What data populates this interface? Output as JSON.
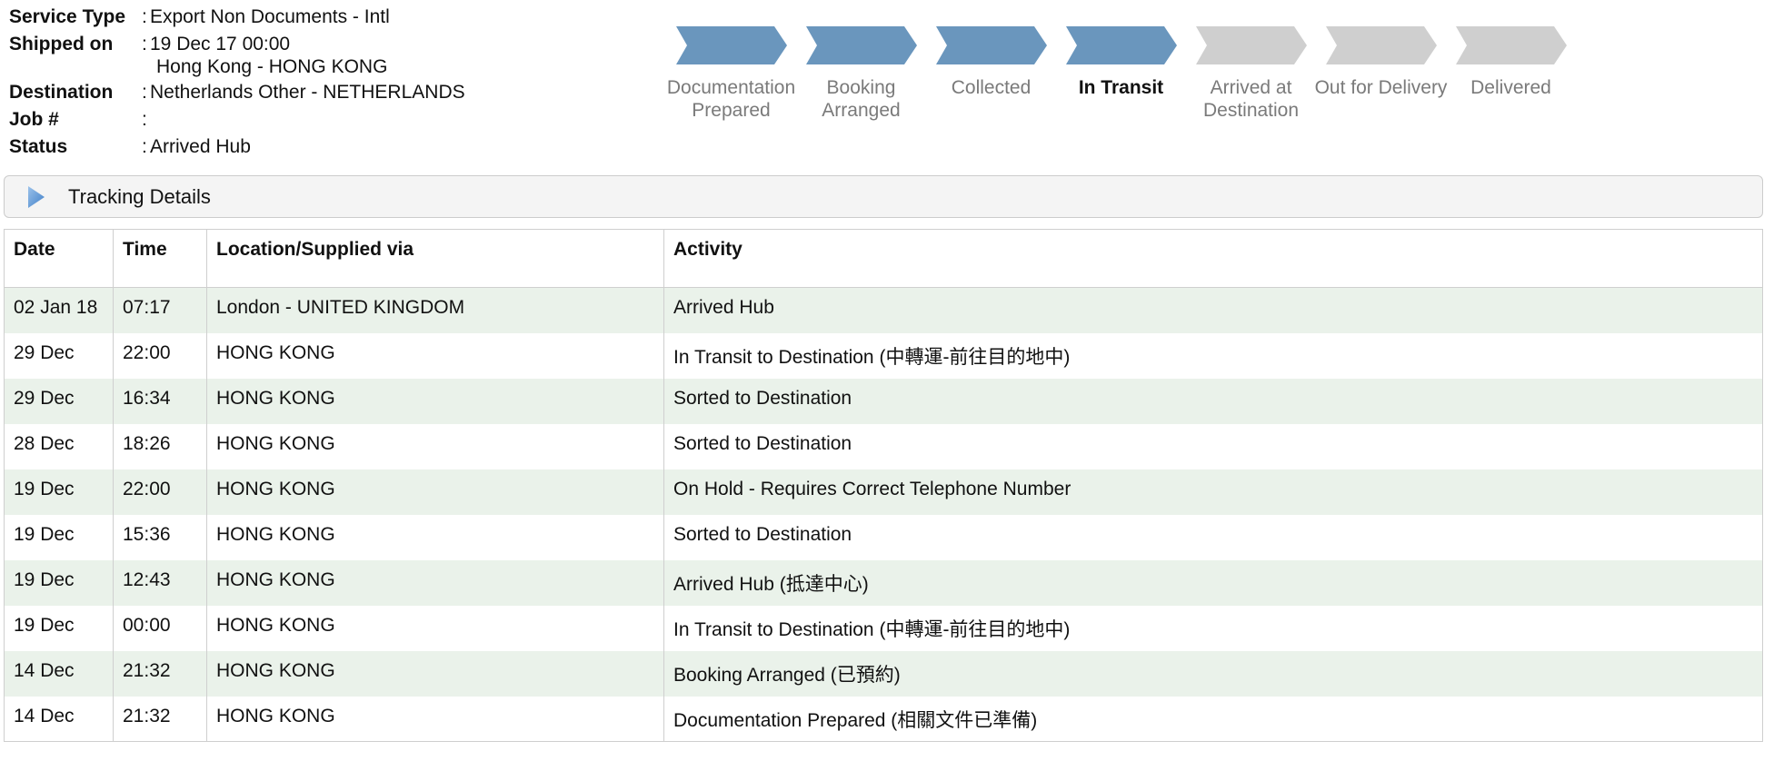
{
  "shipment": {
    "service_type_label": "Service Type",
    "service_type_value": "Export Non Documents - Intl",
    "shipped_on_label": "Shipped on",
    "shipped_on_value": "19 Dec 17 00:00",
    "shipped_from": "Hong Kong - HONG KONG",
    "destination_label": "Destination",
    "destination_value": "Netherlands Other - NETHERLANDS",
    "job_label": "Job #",
    "job_value": "",
    "status_label": "Status",
    "status_value": "Arrived Hub",
    "separator": ":"
  },
  "progress": {
    "steps": [
      {
        "label": "Documentation Prepared",
        "state": "done"
      },
      {
        "label": "Booking Arranged",
        "state": "done"
      },
      {
        "label": "Collected",
        "state": "done"
      },
      {
        "label": "In Transit",
        "state": "current"
      },
      {
        "label": "Arrived at Destination",
        "state": "pending"
      },
      {
        "label": "Out for Delivery",
        "state": "pending"
      },
      {
        "label": "Delivered",
        "state": "pending"
      }
    ],
    "colors": {
      "done": "#6a96bd",
      "pending": "#cfcfcf"
    }
  },
  "tracking": {
    "title": "Tracking Details",
    "icon": "triangle-right-icon",
    "columns": {
      "date": "Date",
      "time": "Time",
      "location": "Location/Supplied via",
      "activity": "Activity"
    },
    "rows": [
      {
        "date": "02 Jan 18",
        "time": "07:17",
        "location": "London - UNITED KINGDOM",
        "activity": "Arrived Hub"
      },
      {
        "date": "29 Dec",
        "time": "22:00",
        "location": "HONG KONG",
        "activity": "In Transit to Destination (中轉運-前往目的地中)"
      },
      {
        "date": "29 Dec",
        "time": "16:34",
        "location": "HONG KONG",
        "activity": "Sorted to Destination"
      },
      {
        "date": "28 Dec",
        "time": "18:26",
        "location": "HONG KONG",
        "activity": "Sorted to Destination"
      },
      {
        "date": "19 Dec",
        "time": "22:00",
        "location": "HONG KONG",
        "activity": "On Hold - Requires Correct Telephone Number"
      },
      {
        "date": "19 Dec",
        "time": "15:36",
        "location": "HONG KONG",
        "activity": "Sorted to Destination"
      },
      {
        "date": "19 Dec",
        "time": "12:43",
        "location": "HONG KONG",
        "activity": "Arrived Hub (抵達中心)"
      },
      {
        "date": "19 Dec",
        "time": "00:00",
        "location": "HONG KONG",
        "activity": "In Transit to Destination (中轉運-前往目的地中)"
      },
      {
        "date": "14 Dec",
        "time": "21:32",
        "location": "HONG KONG",
        "activity": "Booking Arranged (已預約)"
      },
      {
        "date": "14 Dec",
        "time": "21:32",
        "location": "HONG KONG",
        "activity": "Documentation Prepared (相關文件已準備)"
      }
    ]
  }
}
